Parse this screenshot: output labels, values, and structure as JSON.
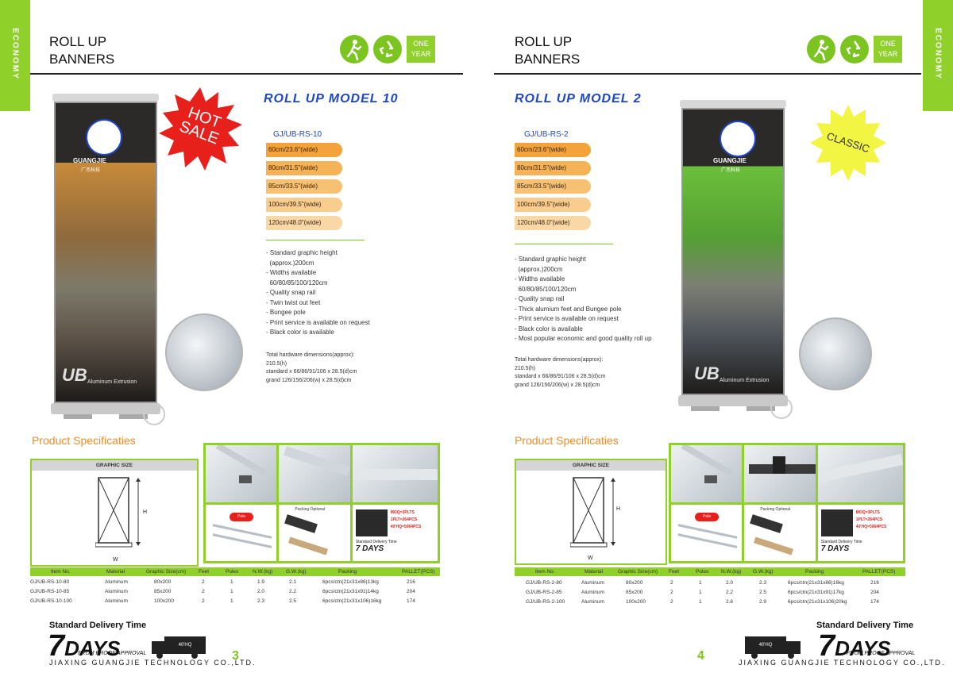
{
  "side_tab": {
    "label": "ECONOMY"
  },
  "colors": {
    "accent_green": "#8fd02a",
    "model_blue": "#1e46c8",
    "spec_orange": "#f08a24",
    "hot_red": "#e8201c",
    "classic_yellow": "#f2f542"
  },
  "left_page": {
    "title_line1": "ROLL UP",
    "title_line2": "BANNERS",
    "badge": {
      "walk_icon": "walking-person-icon",
      "recycle_icon": "recycle-icon",
      "year_line1": "ONE",
      "year_line2": "YEAR"
    },
    "model_title": "ROLL UP MODEL 10",
    "model_code": "GJ/UB-RS-10",
    "sizes": [
      "60cm/23.6\"(wide)",
      "80cm/31.5\"(wide)",
      "85cm/33.5\"(wide)",
      "100cm/39.5\"(wide)",
      "120cm/48.0\"(wide)"
    ],
    "size_colors": [
      "#f3a33a",
      "#f5b257",
      "#f7c174",
      "#f8cd8e",
      "#fad8a6"
    ],
    "features": [
      "- Standard graphic height",
      "  (approx.)200cm",
      "- Widths available",
      "  60/80/85/100/120cm",
      "- Quality snap rail",
      "- Twin twist out feet",
      "- Bungee pole",
      "- Print service is available on request",
      "- Black color is available"
    ],
    "dimensions": [
      "Total hardware dimensions(approx):",
      "210.5(h)",
      "standard x 66/86/91/106 x 28.5(d)cm",
      "grand 126/156/206(w) x 28.5(d)cm"
    ],
    "hot_sale_line1": "HOT",
    "hot_sale_line2": "SALE",
    "banner_brand": "GUANGJIE",
    "banner_brand_cn": "广杰科技",
    "banner_ub": "UB",
    "banner_ub_sub": "Aluminum Extrusion",
    "spec_title": "Product Specificaties",
    "graphic_size_label": "GRAPHIC SIZE",
    "h_label": "H",
    "w_label": "W",
    "photo_labels": {
      "pole": "Pole Optional",
      "packing": "Packing Optional",
      "moq1": "MOQ=3PLTS",
      "moq2": "1PLT=264PCS",
      "moq3": "40'HQ=5064PCS",
      "std_delivery": "Standard Delivery Time",
      "days": "7 DAYS"
    },
    "table_headers": [
      "Item No.",
      "Material",
      "Graphic Size(cm)",
      "Feet",
      "Poles",
      "N.W.(kg)",
      "G.W.(kg)",
      "Packing",
      "PALLET(PCS)"
    ],
    "table_rows": [
      [
        "GJ/UB-RS-10-80",
        "Aluminum",
        "80x200",
        "2",
        "1",
        "1.9",
        "2.1",
        "6pcs/ctn(21x31x86)13kg",
        "216"
      ],
      [
        "GJ/UB-RS-10-85",
        "Aluminum",
        "85x200",
        "2",
        "1",
        "2.0",
        "2.2",
        "6pcs/ctn(21x31x91)14kg",
        "204"
      ],
      [
        "GJ/UB-RS-10-100",
        "Aluminum",
        "100x200",
        "2",
        "1",
        "2.3",
        "2.5",
        "6pcs/ctn(21x31x106)16kg",
        "174"
      ]
    ],
    "delivery_title": "Standard Delivery Time",
    "delivery_num": "7",
    "delivery_days": "DAYS",
    "delivery_from": "FROM PROOF APPROVAL",
    "truck_label": "40'HQ",
    "company": "JIAXING GUANGJIE TECHNOLOGY CO.,LTD.",
    "page_number": "3"
  },
  "right_page": {
    "title_line1": "ROLL UP",
    "title_line2": "BANNERS",
    "badge": {
      "walk_icon": "walking-person-icon",
      "recycle_icon": "recycle-icon",
      "year_line1": "ONE",
      "year_line2": "YEAR"
    },
    "model_title": "ROLL UP MODEL 2",
    "model_code": "GJ/UB-RS-2",
    "sizes": [
      "60cm/23.6\"(wide)",
      "80cm/31.5\"(wide)",
      "85cm/33.5\"(wide)",
      "100cm/39.5\"(wide)",
      "120cm/48.0\"(wide)"
    ],
    "size_colors": [
      "#f3a33a",
      "#f5b257",
      "#f7c174",
      "#f8cd8e",
      "#fad8a6"
    ],
    "features": [
      "- Standard graphic height",
      "  (approx.)200cm",
      "- Widths available",
      "  60/80/85/100/120cm",
      "- Quality snap rail",
      "- Thick alumium feet and Bungee pole",
      "- Print service is available on request",
      "- Black color is available",
      "- Most popular economic and good quality roll up"
    ],
    "dimensions": [
      "Total hardware dimensions(approx):",
      "210.5(h)",
      "standard x 66/86/91/106 x 28.5(d)cm",
      "grand 126/156/206(w) x 28.5(d)cm"
    ],
    "classic_label": "CLASSIC",
    "banner_brand": "GUANGJIE",
    "banner_brand_cn": "广杰科技",
    "banner_ub": "UB",
    "banner_ub_sub": "Aluminum Extrusion",
    "spec_title": "Product Specificaties",
    "graphic_size_label": "GRAPHIC SIZE",
    "h_label": "H",
    "w_label": "W",
    "photo_labels": {
      "pole": "Pole Optional",
      "packing": "Packing Optional",
      "moq1": "MOQ=3PLTS",
      "moq2": "1PLT=264PCS",
      "moq3": "40'HQ=5064PCS",
      "std_delivery": "Standard Delivery Time",
      "days": "7 DAYS"
    },
    "table_headers": [
      "Item No.",
      "Material",
      "Graphic Size(cm)",
      "Feet",
      "Poles",
      "N.W.(kg)",
      "G.W.(kg)",
      "Packing",
      "PALLET(PCS)"
    ],
    "table_rows": [
      [
        "GJ/UB-RS-2-80",
        "Aluminum",
        "80x200",
        "2",
        "1",
        "2.0",
        "2.3",
        "6pcs/ctn(21x31x86)16kg",
        "216"
      ],
      [
        "GJ/UB-RS-2-85",
        "Aluminum",
        "85x200",
        "2",
        "1",
        "2.2",
        "2.5",
        "6pcs/ctn(21x31x91)17kg",
        "204"
      ],
      [
        "GJ/UB-RS-2-100",
        "Aluminum",
        "100x200",
        "2",
        "1",
        "2.6",
        "2.9",
        "6pcs/ctn(21x31x106)20kg",
        "174"
      ]
    ],
    "delivery_title": "Standard Delivery Time",
    "delivery_num": "7",
    "delivery_days": "DAYS",
    "delivery_from": "FROM PROOF APPROVAL",
    "truck_label": "40'HQ",
    "company": "JIAXING GUANGJIE TECHNOLOGY CO.,LTD.",
    "page_number": "4"
  }
}
